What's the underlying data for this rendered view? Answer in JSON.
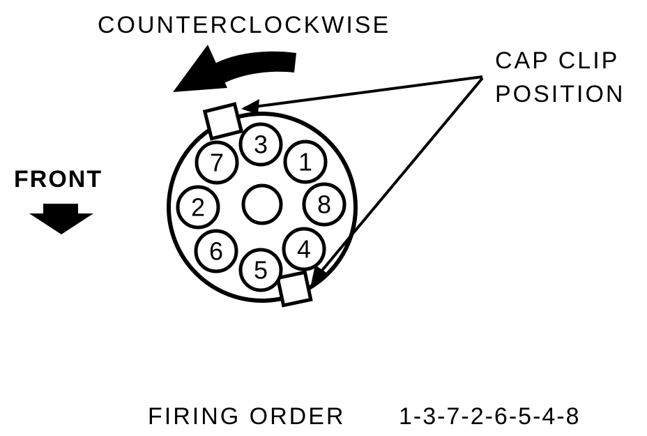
{
  "labels": {
    "direction": "COUNTERCLOCKWISE",
    "cap_clip_line1": "CAP CLIP",
    "cap_clip_line2": "POSITION",
    "front": "FRONT",
    "firing_order_label": "FIRING ORDER",
    "firing_order_value": "1-3-7-2-6-5-4-8"
  },
  "terminals": [
    "3",
    "1",
    "8",
    "4",
    "5",
    "6",
    "2",
    "7"
  ],
  "icons": {
    "rotation_arrow": "curved-arrow-left-icon",
    "front_arrow": "down-arrow-icon"
  }
}
